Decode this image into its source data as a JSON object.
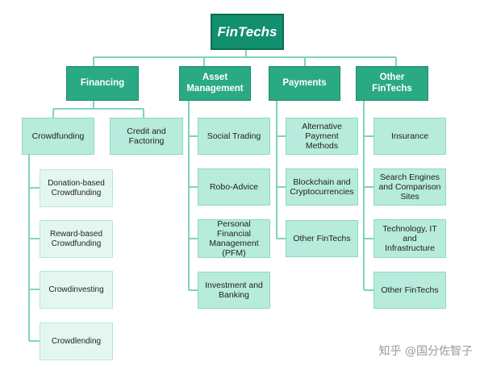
{
  "root": {
    "label": "FinTechs"
  },
  "categories": [
    {
      "label": "Financing",
      "subs": [
        {
          "label": "Crowdfunding",
          "children": [
            "Donation-based Crowdfunding",
            "Reward-based Crowdfunding",
            "Crowdinvesting",
            "Crowdlending"
          ]
        },
        {
          "label": "Credit and Factoring"
        }
      ]
    },
    {
      "label": "Asset Management",
      "subs": [
        {
          "label": "Social Trading"
        },
        {
          "label": "Robo-Advice"
        },
        {
          "label": "Personal Financial Management (PFM)"
        },
        {
          "label": "Investment and Banking"
        }
      ]
    },
    {
      "label": "Payments",
      "subs": [
        {
          "label": "Alternative Payment Methods"
        },
        {
          "label": "Blockchain and Cryptocurrencies"
        },
        {
          "label": "Other FinTechs"
        }
      ]
    },
    {
      "label": "Other FinTechs",
      "subs": [
        {
          "label": "Insurance"
        },
        {
          "label": "Search Engines and Comparison Sites"
        },
        {
          "label": "Technology, IT and Infrastructure"
        },
        {
          "label": "Other FinTechs"
        }
      ]
    }
  ],
  "watermark": {
    "text": "知乎 @国分佐智子"
  },
  "colors": {
    "root": "#128f6f",
    "category": "#2aa985",
    "sub": "#b7ebdb",
    "leaf": "#e3f7f0",
    "connector": "#7fd3bb"
  }
}
